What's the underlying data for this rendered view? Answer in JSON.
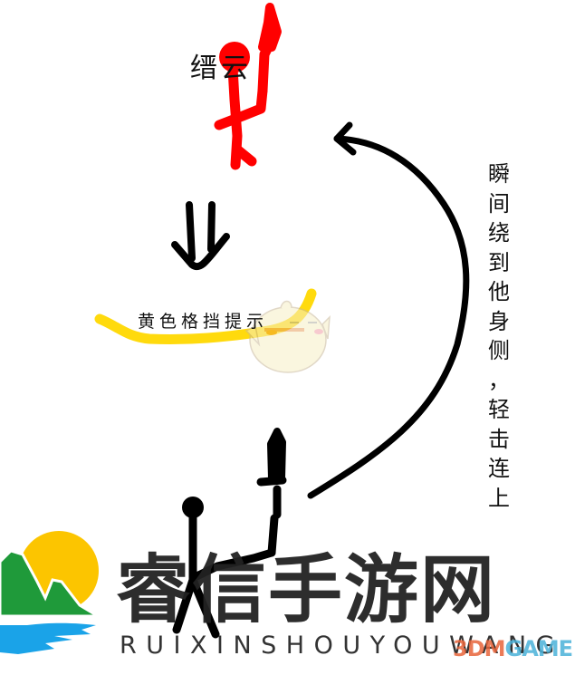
{
  "diagram": {
    "enemy": {
      "label": "缙云",
      "color": "#ff0000"
    },
    "down_arrow": {
      "color": "#000000"
    },
    "parry_hint": {
      "label": "黄色格挡提示",
      "color": "#ffd800"
    },
    "player": {
      "color": "#000000"
    },
    "curved_arrow": {
      "color": "#000000"
    },
    "side_text": {
      "chars": [
        "瞬",
        "间",
        "绕",
        "到",
        "他",
        "身",
        "侧",
        "，",
        "轻",
        "击",
        "连",
        "上"
      ]
    }
  },
  "watermark": {
    "title": "睿信手游网",
    "subtitle": "RUIXINSHOUYOUWANG",
    "logo_colors": {
      "sun": "#fcc500",
      "mountain": "#1f9a3a",
      "water": "#1aa3e8"
    },
    "badge": {
      "part1": "3DM",
      "part2": "GAME"
    }
  }
}
